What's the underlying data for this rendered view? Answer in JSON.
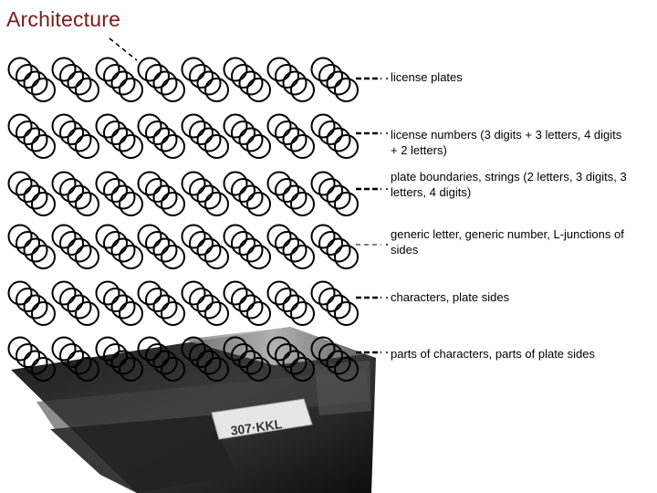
{
  "title": "Architecture",
  "colors": {
    "title": "#7b1a1a",
    "node_outline": "#000000",
    "node_fill": "#ffffff",
    "connector": "#000000"
  },
  "image": {
    "description_icon": "car-license-plate-photo",
    "plate_text": "307·KKL"
  },
  "layers": [
    {
      "label": "license plates"
    },
    {
      "label": "license numbers (3 digits + 3 letters, 4 digits + 2 letters)"
    },
    {
      "label": "plate boundaries, strings (2 letters, 3 digits, 3 letters, 4 digits)"
    },
    {
      "label": "generic letter, generic number, L-junctions of sides"
    },
    {
      "label": "characters, plate sides"
    },
    {
      "label": "parts of characters, parts of plate sides"
    }
  ]
}
